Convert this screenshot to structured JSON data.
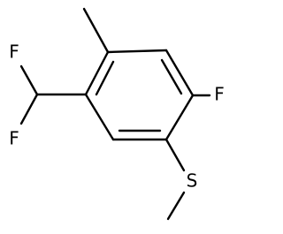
{
  "molecule": {
    "atoms": {
      "f_top": "F",
      "f_bottom": "F",
      "f_ring": "F",
      "s": "S"
    }
  }
}
